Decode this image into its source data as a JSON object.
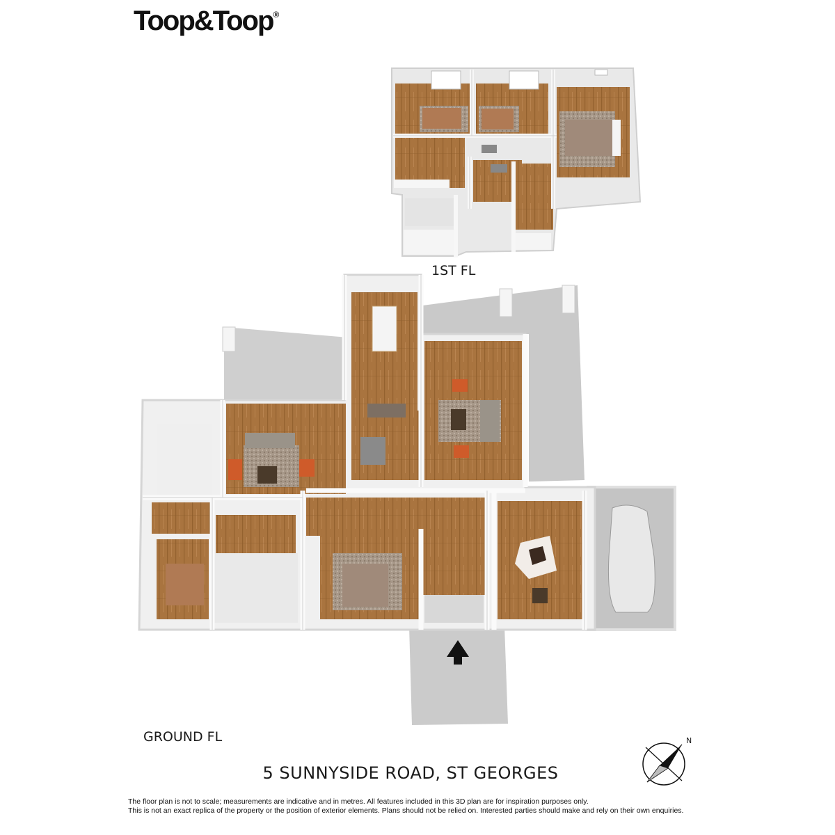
{
  "brand": {
    "name": "Toop&Toop",
    "mark": "®"
  },
  "floors": {
    "first": "1ST FL",
    "ground": "GROUND FL"
  },
  "address": "5 SUNNYSIDE ROAD, ST GEORGES",
  "compass": {
    "north_label": "N"
  },
  "disclaimer": {
    "line1": "The floor plan is not to scale; measurements are indicative and in metres. All features included in this 3D plan are for inspiration purposes only.",
    "line2": "This is not an exact replica of the property or the position of exterior elements. Plans should not be relied on. Interested parties should make and rely on their own enquiries."
  },
  "colors": {
    "floor_wood": "#a9743f",
    "wall": "#f2f2f2",
    "wall_shadow": "#c9c9c9",
    "paving": "#c8c8c8",
    "tile": "#e6e6e6"
  }
}
